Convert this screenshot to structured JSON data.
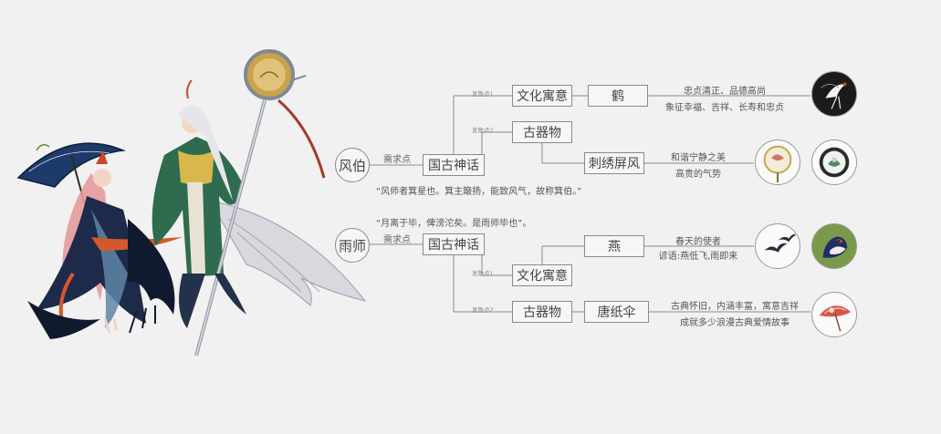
{
  "fengbo": {
    "title": "风伯",
    "need_label": "需求点",
    "theme": "国古神话",
    "quote": "“风师者箕星也。箕主簸扬，能致风气，故称箕伯。”",
    "branch1": {
      "point": "发散点1",
      "category": "文化寓意",
      "item": "鹤",
      "desc1": "忠贞清正、品德高尚",
      "desc2": "象征幸福、吉祥、长寿和忠贞",
      "thumbs": [
        "crane-icon"
      ]
    },
    "branch2": {
      "point": "发散点2",
      "category": "古器物",
      "item": "刺绣屏风",
      "desc1": "和谐宁静之美",
      "desc2": "高贵的气势",
      "thumbs": [
        "embroidered-fan-icon",
        "embroidered-screen-icon"
      ]
    }
  },
  "yushi": {
    "title": "雨师",
    "need_label": "需求点",
    "theme": "国古神话",
    "quote": "“月离于毕，俾滂沱矣。是雨师毕也”。",
    "branch1": {
      "point": "发散点1",
      "category": "文化寓意",
      "item": "燕",
      "desc1": "春天的使者",
      "desc2": "谚语:燕低飞,雨即来",
      "thumbs": [
        "swallows-icon",
        "swallow-portrait-icon"
      ]
    },
    "branch2": {
      "point": "发散点2",
      "category": "古器物",
      "item": "唐纸伞",
      "desc1": "古典怀旧，内涵丰富，寓意吉祥",
      "desc2": "成就多少浪漫古典爱情故事",
      "thumbs": [
        "paper-umbrella-icon"
      ]
    }
  },
  "colors": {
    "line": "#8a8a8a",
    "box_border": "#8a8a8a",
    "background": "#f1f1f1",
    "red_accent": "#c8472b",
    "green_robe": "#2f6b4f",
    "navy_dress": "#1e2a4a"
  }
}
